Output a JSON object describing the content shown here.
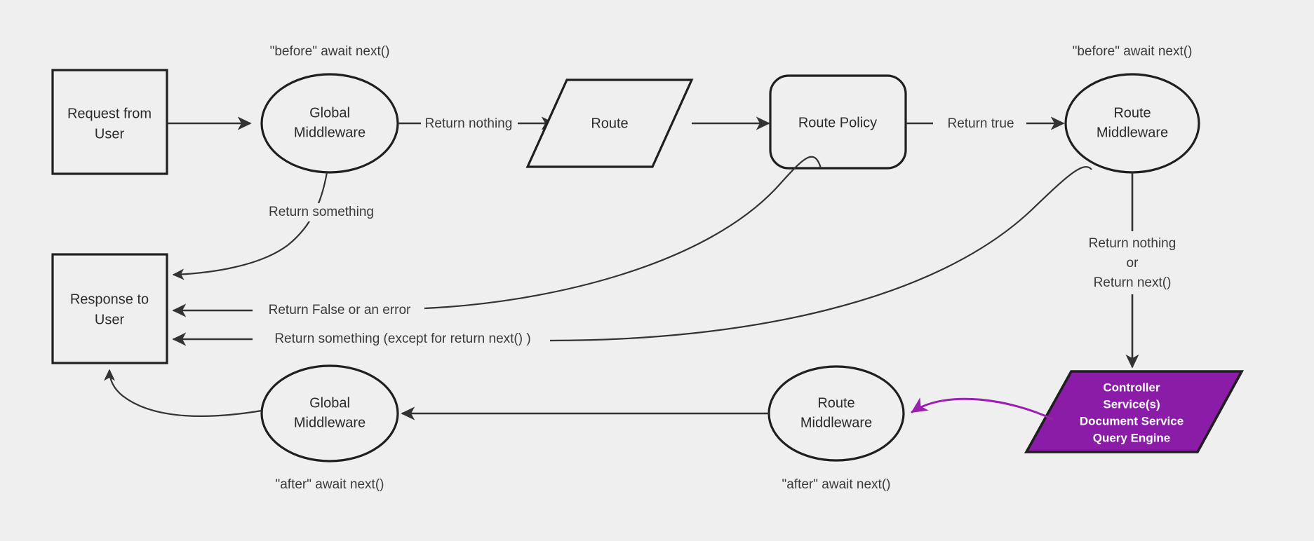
{
  "diagram": {
    "title": "Request lifecycle middleware flow",
    "background_color": "#efefef",
    "stroke_color": "#1f1f1f",
    "accent_color": "#8A1CA8",
    "purple_arrow_color": "#9b1fb0"
  },
  "nodes": {
    "request_from_user": {
      "label_line1": "Request from",
      "label_line2": "User",
      "shape": "rectangle"
    },
    "global_middleware_top": {
      "label_line1": "Global",
      "label_line2": "Middleware",
      "shape": "ellipse"
    },
    "route": {
      "label": "Route",
      "shape": "parallelogram"
    },
    "route_policy": {
      "label": "Route Policy",
      "shape": "rounded-rectangle"
    },
    "route_middleware_top": {
      "label_line1": "Route",
      "label_line2": "Middleware",
      "shape": "ellipse"
    },
    "response_to_user": {
      "label_line1": "Response to",
      "label_line2": "User",
      "shape": "rectangle"
    },
    "global_middleware_bottom": {
      "label_line1": "Global",
      "label_line2": "Middleware",
      "shape": "ellipse"
    },
    "route_middleware_bottom": {
      "label_line1": "Route",
      "label_line2": "Middleware",
      "shape": "ellipse"
    },
    "controller": {
      "label_line1": "Controller",
      "label_line2": "Service(s)",
      "label_line3": "Document Service",
      "label_line4": "Query Engine",
      "shape": "parallelogram",
      "fill": "#8A1CA8",
      "text_color": "#ffffff"
    }
  },
  "edge_labels": {
    "return_nothing": "Return nothing",
    "return_true": "Return true",
    "return_something": "Return something",
    "return_false_or_error": "Return False or an error",
    "return_something_except": "Return something (except for return next() )",
    "return_nothing_or_next_line1": "Return nothing",
    "return_nothing_or_next_line2": "or",
    "return_nothing_or_next_line3": "Return next()"
  },
  "annotations": {
    "before_await_next_global": "\"before\" await next()",
    "before_await_next_route": "\"before\" await next()",
    "after_await_next_global": "\"after\" await next()",
    "after_await_next_route": "\"after\" await next()"
  }
}
